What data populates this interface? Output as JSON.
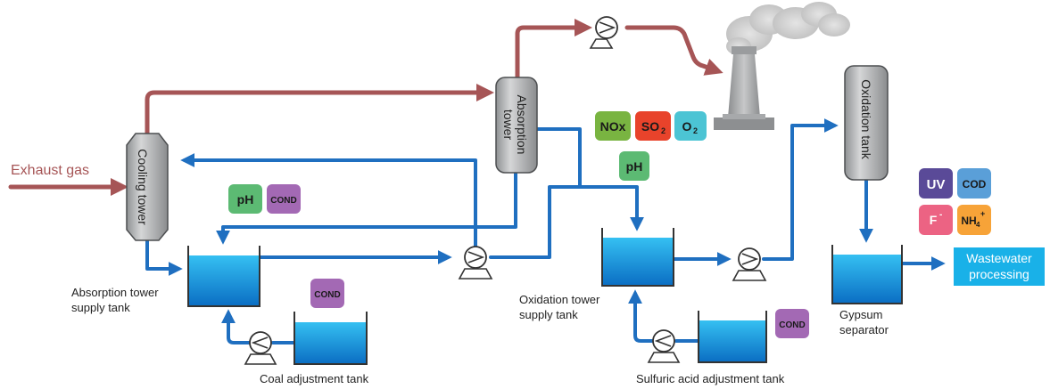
{
  "colors": {
    "flow_blue": "#1f6fc0",
    "gas_red": "#a65556",
    "tank_grey": "#a9abad",
    "water_top": "#2fb6ef",
    "water_bottom": "#0a78c9",
    "callout_bg": "#19b1e8"
  },
  "labels": {
    "exhaust_gas": "Exhaust gas",
    "cooling_tower": "Cooling tower",
    "absorption_tower_line1": "Absorption",
    "absorption_tower_line2": "tower",
    "oxidation_tank": "Oxidation tank",
    "absorption_supply_line1": "Absorption tower",
    "absorption_supply_line2": "supply tank",
    "coal_adjustment_tank": "Coal adjustment tank",
    "oxidation_supply_line1": "Oxidation tower",
    "oxidation_supply_line2": "supply tank",
    "sulfuric_acid_tank": "Sulfuric acid adjustment tank",
    "gypsum_line1": "Gypsum",
    "gypsum_line2": "separator",
    "wastewater_line1": "Wastewater",
    "wastewater_line2": "processing"
  },
  "badges": {
    "nox": "NOx",
    "so2_main": "SO",
    "so2_sub": "2",
    "o2_main": "O",
    "o2_sub": "2",
    "ph": "pH",
    "cond": "COND",
    "uv": "UV",
    "cod": "COD",
    "f_main": "F",
    "f_sup": "-",
    "nh4_main": "NH",
    "nh4_sub": "4",
    "nh4_sup": "+"
  },
  "badge_colors": {
    "nox": "#79b441",
    "so2": "#e8432b",
    "o2": "#4cc4d4",
    "ph": "#5cba73",
    "cond": "#a369b4",
    "uv": "#5a4a98",
    "cod": "#5a9fd8",
    "f": "#ec6383",
    "nh4": "#f7a338"
  },
  "icons": [
    "pump-icon",
    "smokestack-icon",
    "smoke-icon",
    "arrow-icon"
  ]
}
